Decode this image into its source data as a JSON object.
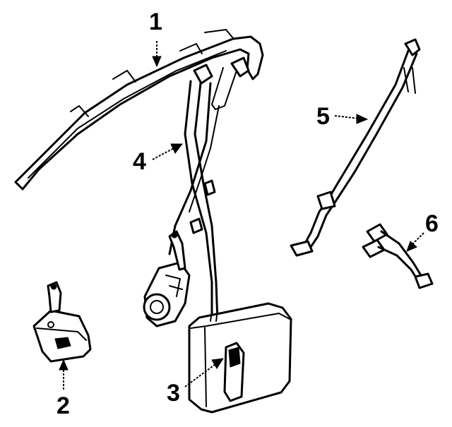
{
  "diagram": {
    "callouts": [
      {
        "id": "1",
        "text": "1"
      },
      {
        "id": "2",
        "text": "2"
      },
      {
        "id": "3",
        "text": "3"
      },
      {
        "id": "4",
        "text": "4"
      },
      {
        "id": "5",
        "text": "5"
      },
      {
        "id": "6",
        "text": "6"
      }
    ],
    "colors": {
      "line": "#000000",
      "background": "#ffffff"
    }
  }
}
